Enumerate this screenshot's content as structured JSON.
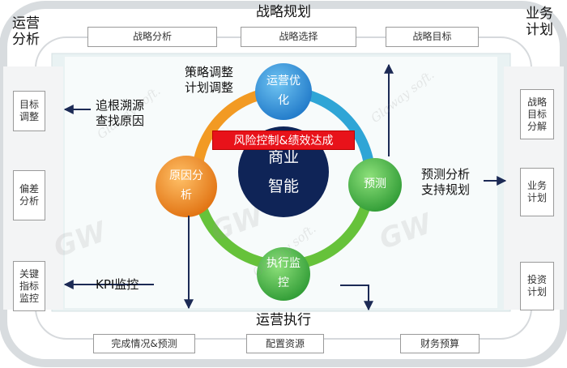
{
  "corners": {
    "top": "战略规划",
    "left": "运营分析",
    "right": "业务计划",
    "bottom": "运营执行"
  },
  "top_boxes": [
    "战略分析",
    "战略选择",
    "战略目标"
  ],
  "left_boxes": [
    "目标调整",
    "偏差分析",
    "关键指标监控"
  ],
  "right_boxes": [
    "战略目标分解",
    "业务计划",
    "投资计划"
  ],
  "bottom_boxes": [
    "完成情况&预测",
    "配置资源",
    "财务预算"
  ],
  "core": {
    "line1": "商业",
    "line2": "智能"
  },
  "banner": "风险控制&绩效达成",
  "nodes": {
    "top": {
      "line1": "运营优",
      "line2": "化"
    },
    "right": "预测",
    "bottom": {
      "line1": "执行监",
      "line2": "控"
    },
    "left": {
      "line1": "原因分",
      "line2": "析"
    }
  },
  "notes": {
    "strategy_adjust_1": "策略调整",
    "strategy_adjust_2": "计划调整",
    "root_cause_1": "追根溯源",
    "root_cause_2": "查找原因",
    "forecast_1": "预测分析",
    "forecast_2": "支持规划",
    "kpi": "KPI监控"
  },
  "watermark": {
    "logo": "GW",
    "text": "Glaway soft."
  },
  "colors": {
    "panel": "#e9f2f3",
    "ring_blue": "#2fa5d6",
    "ring_green": "#66c23a",
    "ring_orange": "#f29a23",
    "node_blue": "#2e8fd8",
    "node_green": "#3fb848",
    "node_orange": "#f0861d",
    "core": "#0f2457",
    "banner": "#e8121a",
    "arrow": "#1c2a55"
  }
}
